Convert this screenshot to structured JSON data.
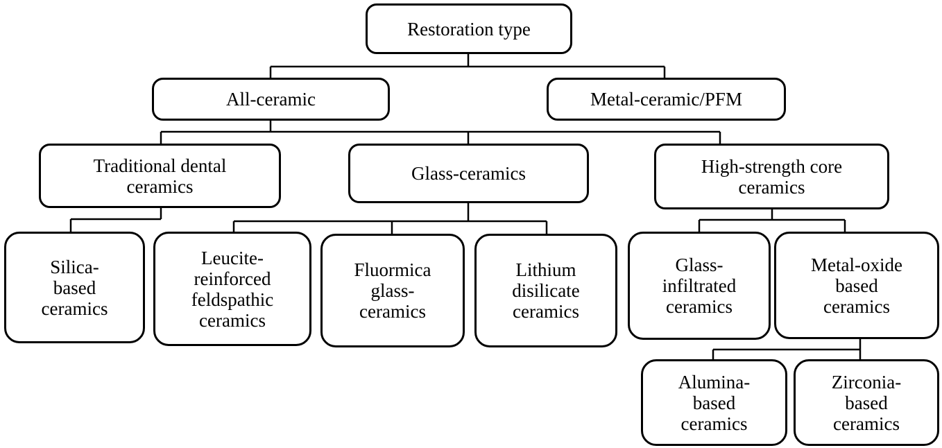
{
  "diagram": {
    "nodes": {
      "restoration_type": "Restoration type",
      "all_ceramic": "All-ceramic",
      "metal_ceramic": "Metal-ceramic/PFM",
      "traditional": "Traditional dental\nceramics",
      "glass_ceramics": "Glass-ceramics",
      "high_strength": "High-strength core\nceramics",
      "silica": "Silica-\nbased\nceramics",
      "leucite": "Leucite-\nreinforced\nfeldspathic\nceramics",
      "fluormica": "Fluormica\nglass-\nceramics",
      "lithium": "Lithium\ndisilicate\nceramics",
      "glass_infiltrated": "Glass-\ninfiltrated\nceramics",
      "metal_oxide": "Metal-oxide\nbased\nceramics",
      "alumina": "Alumina-\nbased\nceramics",
      "zirconia": "Zirconia-\nbased\nceramics"
    }
  }
}
